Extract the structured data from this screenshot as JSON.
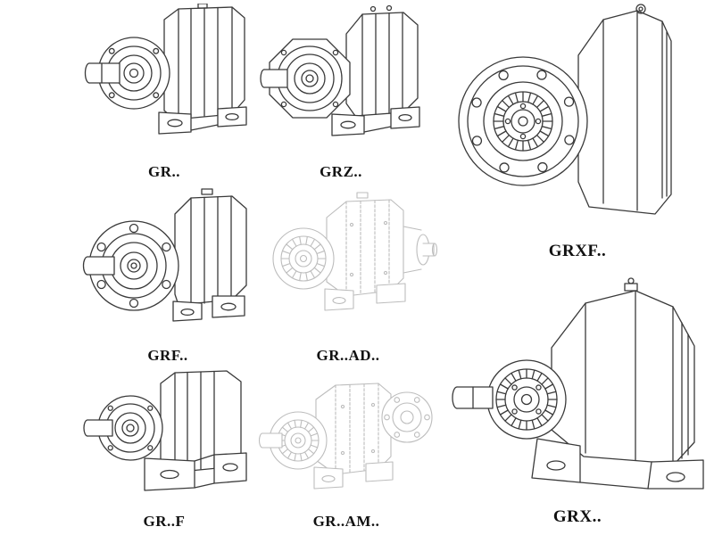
{
  "page": {
    "background": "#ffffff"
  },
  "colors": {
    "line": "#3a3a3a",
    "faded_line": "#bdbdbd",
    "label_text": "#111111"
  },
  "models": [
    {
      "id": "gr",
      "label": "GR.."
    },
    {
      "id": "grz",
      "label": "GRZ.."
    },
    {
      "id": "grxf",
      "label": "GRXF.."
    },
    {
      "id": "grf",
      "label": "GRF.."
    },
    {
      "id": "gr-ad",
      "label": "GR..AD.."
    },
    {
      "id": "gr-f",
      "label": "GR..F"
    },
    {
      "id": "gr-am",
      "label": "GR..AM.."
    },
    {
      "id": "grx",
      "label": "GRX.."
    }
  ]
}
